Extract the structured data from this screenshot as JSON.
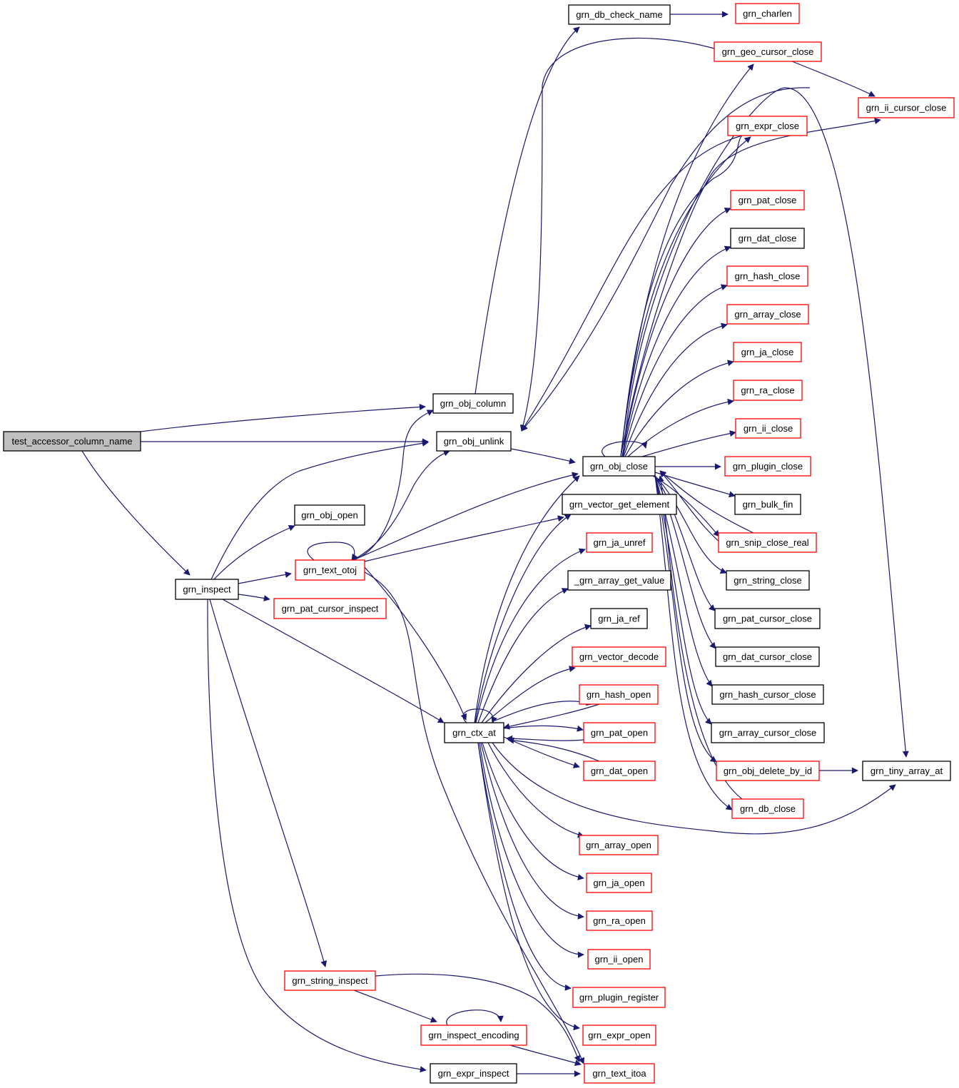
{
  "colors": {
    "edge": "#191970",
    "node_border_black": "#000000",
    "node_border_red": "#ff0000",
    "root_fill": "#bfbfbf",
    "node_fill": "#ffffff"
  },
  "nodes": [
    {
      "id": "root",
      "label": "test_accessor_column_name",
      "style": "root"
    },
    {
      "id": "obj_column",
      "label": "grn_obj_column",
      "style": "black"
    },
    {
      "id": "obj_unlink",
      "label": "grn_obj_unlink",
      "style": "black"
    },
    {
      "id": "inspect",
      "label": "grn_inspect",
      "style": "black"
    },
    {
      "id": "db_check_name",
      "label": "grn_db_check_name",
      "style": "black"
    },
    {
      "id": "charlen",
      "label": "grn_charlen",
      "style": "red"
    },
    {
      "id": "geo_cursor_close",
      "label": "grn_geo_cursor_close",
      "style": "red"
    },
    {
      "id": "ii_cursor_close",
      "label": "grn_ii_cursor_close",
      "style": "red"
    },
    {
      "id": "expr_close",
      "label": "grn_expr_close",
      "style": "red"
    },
    {
      "id": "pat_close",
      "label": "grn_pat_close",
      "style": "red"
    },
    {
      "id": "dat_close",
      "label": "grn_dat_close",
      "style": "black"
    },
    {
      "id": "hash_close",
      "label": "grn_hash_close",
      "style": "red"
    },
    {
      "id": "array_close",
      "label": "grn_array_close",
      "style": "red"
    },
    {
      "id": "ja_close",
      "label": "grn_ja_close",
      "style": "red"
    },
    {
      "id": "ra_close",
      "label": "grn_ra_close",
      "style": "red"
    },
    {
      "id": "ii_close",
      "label": "grn_ii_close",
      "style": "red"
    },
    {
      "id": "obj_close",
      "label": "grn_obj_close",
      "style": "black"
    },
    {
      "id": "plugin_close",
      "label": "grn_plugin_close",
      "style": "red"
    },
    {
      "id": "bulk_fin",
      "label": "grn_bulk_fin",
      "style": "black"
    },
    {
      "id": "snip_close_real",
      "label": "grn_snip_close_real",
      "style": "red"
    },
    {
      "id": "string_close",
      "label": "grn_string_close",
      "style": "black"
    },
    {
      "id": "pat_cursor_close",
      "label": "grn_pat_cursor_close",
      "style": "black"
    },
    {
      "id": "dat_cursor_close",
      "label": "grn_dat_cursor_close",
      "style": "black"
    },
    {
      "id": "hash_cursor_close",
      "label": "grn_hash_cursor_close",
      "style": "black"
    },
    {
      "id": "array_cursor_close",
      "label": "grn_array_cursor_close",
      "style": "black"
    },
    {
      "id": "obj_delete_by_id",
      "label": "grn_obj_delete_by_id",
      "style": "red"
    },
    {
      "id": "tiny_array_at",
      "label": "grn_tiny_array_at",
      "style": "black"
    },
    {
      "id": "db_close",
      "label": "grn_db_close",
      "style": "red"
    },
    {
      "id": "obj_open",
      "label": "grn_obj_open",
      "style": "black"
    },
    {
      "id": "text_otoj",
      "label": "grn_text_otoj",
      "style": "red"
    },
    {
      "id": "pat_cursor_inspect",
      "label": "grn_pat_cursor_inspect",
      "style": "red"
    },
    {
      "id": "vector_get_element",
      "label": "grn_vector_get_element",
      "style": "black"
    },
    {
      "id": "ja_unref",
      "label": "grn_ja_unref",
      "style": "red"
    },
    {
      "id": "array_get_value",
      "label": "_grn_array_get_value",
      "style": "black"
    },
    {
      "id": "ja_ref",
      "label": "grn_ja_ref",
      "style": "black"
    },
    {
      "id": "vector_decode",
      "label": "grn_vector_decode",
      "style": "red"
    },
    {
      "id": "hash_open",
      "label": "grn_hash_open",
      "style": "red"
    },
    {
      "id": "ctx_at",
      "label": "grn_ctx_at",
      "style": "black"
    },
    {
      "id": "pat_open",
      "label": "grn_pat_open",
      "style": "red"
    },
    {
      "id": "dat_open",
      "label": "grn_dat_open",
      "style": "red"
    },
    {
      "id": "array_open",
      "label": "grn_array_open",
      "style": "red"
    },
    {
      "id": "ja_open",
      "label": "grn_ja_open",
      "style": "red"
    },
    {
      "id": "ra_open",
      "label": "grn_ra_open",
      "style": "red"
    },
    {
      "id": "ii_open",
      "label": "grn_ii_open",
      "style": "red"
    },
    {
      "id": "plugin_register",
      "label": "grn_plugin_register",
      "style": "red"
    },
    {
      "id": "expr_open",
      "label": "grn_expr_open",
      "style": "red"
    },
    {
      "id": "string_inspect",
      "label": "grn_string_inspect",
      "style": "red"
    },
    {
      "id": "inspect_encoding",
      "label": "grn_inspect_encoding",
      "style": "red"
    },
    {
      "id": "expr_inspect",
      "label": "grn_expr_inspect",
      "style": "black"
    },
    {
      "id": "text_itoa",
      "label": "grn_text_itoa",
      "style": "red"
    }
  ],
  "edges": [
    [
      "root",
      "obj_column"
    ],
    [
      "root",
      "obj_unlink"
    ],
    [
      "root",
      "inspect"
    ],
    [
      "obj_column",
      "db_check_name"
    ],
    [
      "db_check_name",
      "charlen"
    ],
    [
      "obj_unlink",
      "obj_close"
    ],
    [
      "obj_close",
      "geo_cursor_close"
    ],
    [
      "obj_close",
      "ii_cursor_close"
    ],
    [
      "obj_close",
      "expr_close"
    ],
    [
      "obj_close",
      "pat_close"
    ],
    [
      "obj_close",
      "dat_close"
    ],
    [
      "obj_close",
      "hash_close"
    ],
    [
      "obj_close",
      "array_close"
    ],
    [
      "obj_close",
      "ja_close"
    ],
    [
      "obj_close",
      "ra_close"
    ],
    [
      "obj_close",
      "ii_close"
    ],
    [
      "obj_close",
      "plugin_close"
    ],
    [
      "obj_close",
      "bulk_fin"
    ],
    [
      "obj_close",
      "snip_close_real"
    ],
    [
      "obj_close",
      "string_close"
    ],
    [
      "obj_close",
      "pat_cursor_close"
    ],
    [
      "obj_close",
      "dat_cursor_close"
    ],
    [
      "obj_close",
      "hash_cursor_close"
    ],
    [
      "obj_close",
      "array_cursor_close"
    ],
    [
      "obj_close",
      "obj_delete_by_id"
    ],
    [
      "obj_close",
      "db_close"
    ],
    [
      "obj_close",
      "obj_close"
    ],
    [
      "obj_close",
      "tiny_array_at"
    ],
    [
      "obj_close",
      "obj_unlink"
    ],
    [
      "geo_cursor_close",
      "ii_cursor_close"
    ],
    [
      "geo_cursor_close",
      "obj_unlink"
    ],
    [
      "expr_close",
      "obj_unlink"
    ],
    [
      "plugin_close",
      "obj_close"
    ],
    [
      "snip_close_real",
      "obj_close"
    ],
    [
      "db_close",
      "obj_close"
    ],
    [
      "obj_delete_by_id",
      "tiny_array_at"
    ],
    [
      "inspect",
      "obj_unlink"
    ],
    [
      "inspect",
      "obj_open"
    ],
    [
      "inspect",
      "text_otoj"
    ],
    [
      "inspect",
      "pat_cursor_inspect"
    ],
    [
      "inspect",
      "ctx_at"
    ],
    [
      "inspect",
      "string_inspect"
    ],
    [
      "inspect",
      "expr_inspect"
    ],
    [
      "text_otoj",
      "obj_column"
    ],
    [
      "text_otoj",
      "obj_unlink"
    ],
    [
      "text_otoj",
      "obj_close"
    ],
    [
      "text_otoj",
      "vector_get_element"
    ],
    [
      "text_otoj",
      "text_otoj"
    ],
    [
      "text_otoj",
      "ctx_at"
    ],
    [
      "text_otoj",
      "text_itoa"
    ],
    [
      "ctx_at",
      "obj_close"
    ],
    [
      "ctx_at",
      "vector_get_element"
    ],
    [
      "ctx_at",
      "ja_unref"
    ],
    [
      "ctx_at",
      "array_get_value"
    ],
    [
      "ctx_at",
      "ja_ref"
    ],
    [
      "ctx_at",
      "vector_decode"
    ],
    [
      "ctx_at",
      "hash_open"
    ],
    [
      "ctx_at",
      "pat_open"
    ],
    [
      "ctx_at",
      "dat_open"
    ],
    [
      "ctx_at",
      "ctx_at"
    ],
    [
      "ctx_at",
      "tiny_array_at"
    ],
    [
      "ctx_at",
      "array_open"
    ],
    [
      "ctx_at",
      "ja_open"
    ],
    [
      "ctx_at",
      "ra_open"
    ],
    [
      "ctx_at",
      "ii_open"
    ],
    [
      "ctx_at",
      "plugin_register"
    ],
    [
      "ctx_at",
      "expr_open"
    ],
    [
      "hash_open",
      "ctx_at"
    ],
    [
      "pat_open",
      "ctx_at"
    ],
    [
      "dat_open",
      "ctx_at"
    ],
    [
      "string_inspect",
      "inspect_encoding"
    ],
    [
      "string_inspect",
      "text_itoa"
    ],
    [
      "inspect_encoding",
      "inspect_encoding"
    ],
    [
      "inspect_encoding",
      "text_itoa"
    ],
    [
      "expr_inspect",
      "text_itoa"
    ]
  ]
}
